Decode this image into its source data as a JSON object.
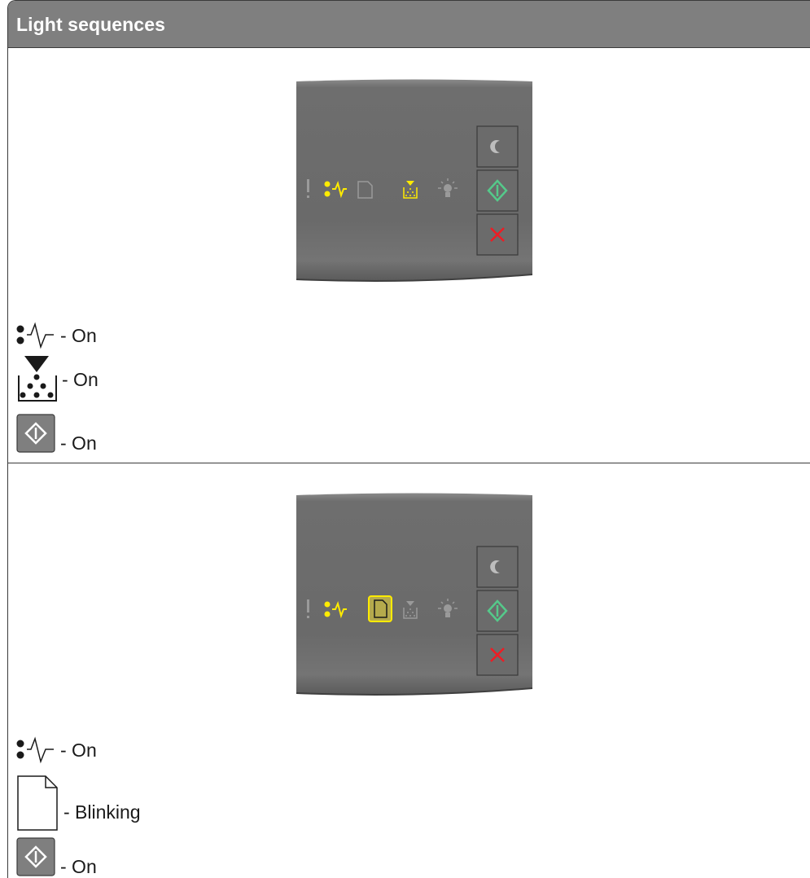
{
  "header": {
    "title": "Light sequences"
  },
  "sequences": [
    {
      "panel_lights": [
        "attention-icon",
        "ready-data-icon-lit",
        "paper-icon",
        "toner-icon-lit",
        "bulb-icon"
      ],
      "panel_buttons": [
        "sleep-button",
        "start-button",
        "cancel-button"
      ],
      "legend": [
        {
          "icon": "ready-data-icon",
          "status": "- On"
        },
        {
          "icon": "toner-icon",
          "status": "- On"
        },
        {
          "icon": "start-button-icon",
          "status": "- On"
        }
      ]
    },
    {
      "panel_lights": [
        "attention-icon",
        "ready-data-icon-lit",
        "paper-icon-blinking",
        "toner-icon",
        "bulb-icon"
      ],
      "panel_buttons": [
        "sleep-button",
        "start-button",
        "cancel-button"
      ],
      "legend": [
        {
          "icon": "ready-data-icon",
          "status": "- On"
        },
        {
          "icon": "paper-icon",
          "status": "- Blinking"
        },
        {
          "icon": "start-button-icon",
          "status": "- On"
        }
      ]
    }
  ],
  "colors": {
    "header_bg": "#7f7f7f",
    "panel_bg": "#6b6b6b",
    "light_on": "#ffeb00",
    "start_green": "#55c98a",
    "cancel_red": "#ee1c24"
  }
}
